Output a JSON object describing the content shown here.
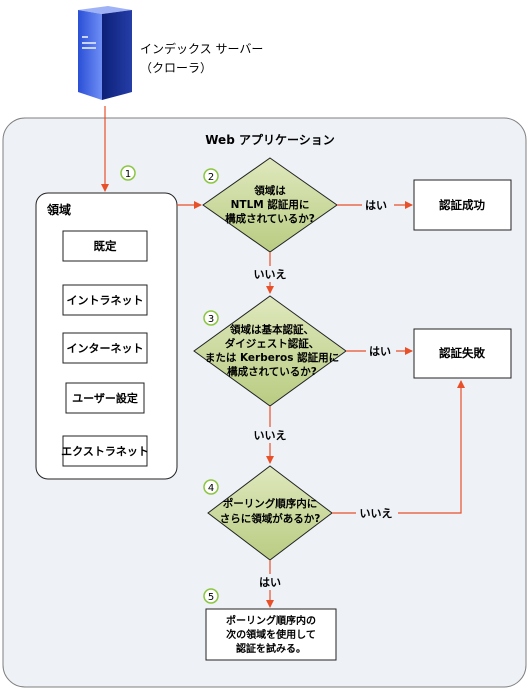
{
  "server": {
    "label_line1": "インデックス サーバー",
    "label_line2": "（クローラ）"
  },
  "app": {
    "title": "Web アプリケーション"
  },
  "zones": {
    "title": "領域",
    "items": [
      "既定",
      "イントラネット",
      "インターネット",
      "ユーザー設定",
      "エクストラネット"
    ]
  },
  "steps": [
    "1",
    "2",
    "3",
    "4",
    "5"
  ],
  "decision1": {
    "line1": "領域は",
    "line2": "NTLM 認証用に",
    "line3": "構成されているか?"
  },
  "decision2": {
    "line1": "領域は基本認証、",
    "line2": "ダイジェスト認証、",
    "line3": "または Kerberos 認証用に",
    "line4": "構成されているか?"
  },
  "decision3": {
    "line1": "ポーリング順序内に",
    "line2": "さらに領域があるか?"
  },
  "yes_label": "はい",
  "no_label": "いいえ",
  "auth_success": "認証成功",
  "auth_failure": "認証失敗",
  "final_box": {
    "line1": "ポーリング順序内の",
    "line2": "次の領域を使用して",
    "line3": "認証を試みる。"
  },
  "colors": {
    "arrow": "#e8502a",
    "step_circle": "#8cc63f",
    "panel": "#eef1f6",
    "diamond": "#c9d89a"
  }
}
